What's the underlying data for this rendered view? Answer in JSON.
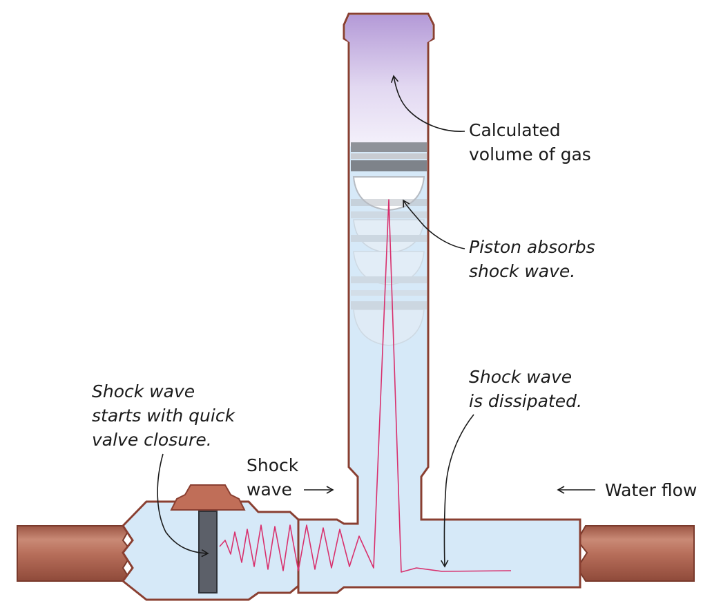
{
  "labels": {
    "gas": [
      "Calculated",
      "volume of gas"
    ],
    "piston": [
      "Piston absorbs",
      "shock wave."
    ],
    "dissipated": [
      "Shock wave",
      "is dissipated."
    ],
    "starts": [
      "Shock wave",
      "starts with quick",
      "valve closure."
    ],
    "shockwave": [
      "Shock",
      "wave"
    ],
    "waterflow": "Water flow"
  },
  "colors": {
    "pipe_copper": "#b9735f",
    "pipe_outline": "#8a3f31",
    "water": "#d6e9f8",
    "gas_top": "#b49ad7",
    "wave_line": "#d8306d",
    "valve_stem": "#5c6069",
    "valve_cap": "#c06e58"
  }
}
